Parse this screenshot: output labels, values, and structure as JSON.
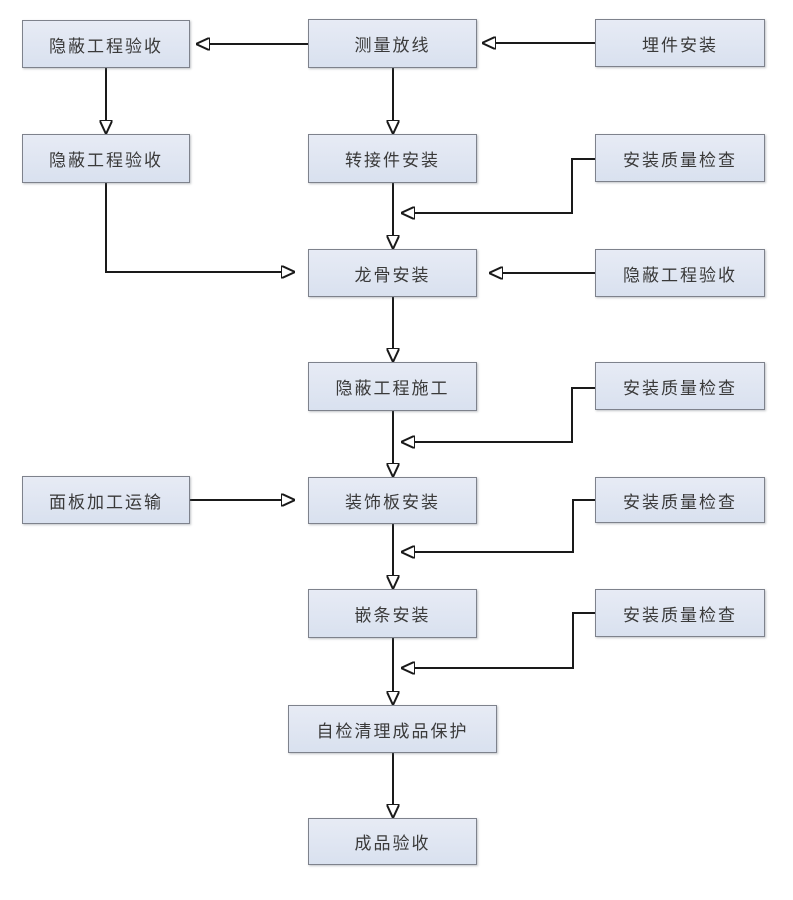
{
  "diagram": {
    "type": "flowchart",
    "language": "zh-CN",
    "nodes": {
      "hidden_acceptance_top": "隐蔽工程验收",
      "measure_layout": "测量放线",
      "embed_install": "埋件安装",
      "hidden_acceptance_left": "隐蔽工程验收",
      "adapter_install": "转接件安装",
      "quality_check_1": "安装质量检查",
      "keel_install": "龙骨安装",
      "hidden_acceptance_right": "隐蔽工程验收",
      "hidden_work_construction": "隐蔽工程施工",
      "quality_check_2": "安装质量检查",
      "panel_processing_transport": "面板加工运输",
      "decorative_panel_install": "装饰板安装",
      "quality_check_3": "安装质量检查",
      "trim_install": "嵌条安装",
      "quality_check_4": "安装质量检查",
      "self_check_cleanup": "自检清理成品保护",
      "finished_acceptance": "成品验收"
    },
    "edges": [
      "embed_install -> measure_layout",
      "measure_layout -> hidden_acceptance_top",
      "hidden_acceptance_top -> hidden_acceptance_left",
      "measure_layout -> adapter_install",
      "adapter_install -> keel_install",
      "quality_check_1 -> (adapter_install -> keel_install)",
      "hidden_acceptance_left -> keel_install",
      "hidden_acceptance_right -> keel_install",
      "keel_install -> hidden_work_construction",
      "quality_check_2 -> (hidden_work_construction -> decorative_panel_install)",
      "hidden_work_construction -> decorative_panel_install",
      "panel_processing_transport -> decorative_panel_install",
      "quality_check_3 -> (decorative_panel_install -> trim_install)",
      "decorative_panel_install -> trim_install",
      "quality_check_4 -> (trim_install -> self_check_cleanup)",
      "trim_install -> self_check_cleanup",
      "self_check_cleanup -> finished_acceptance"
    ],
    "colors": {
      "background": "#ffffff",
      "node_fill": "#dbe2f0",
      "node_border": "#7e828c",
      "connector": "#1a1a1a",
      "text": "#3a3a3a"
    }
  }
}
